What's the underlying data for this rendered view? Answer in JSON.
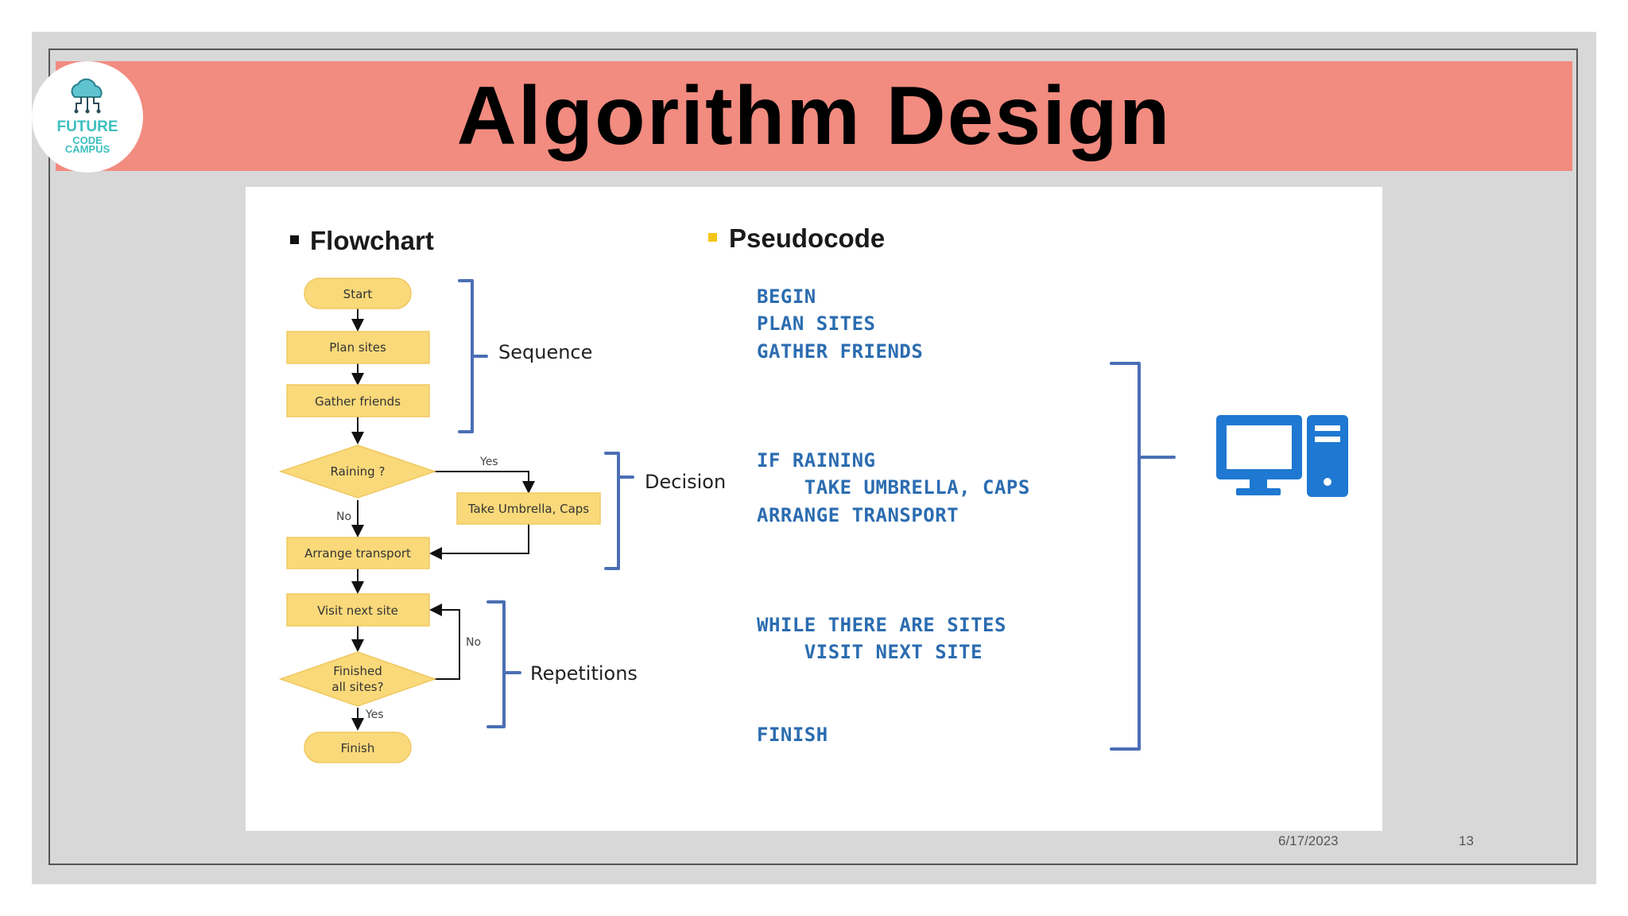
{
  "slide": {
    "title": "Algorithm Design",
    "date": "6/17/2023",
    "page_number": "13"
  },
  "logo": {
    "line1": "FUTURE",
    "line2": "CODE",
    "line3": "CAMPUS"
  },
  "flowchart": {
    "heading": "Flowchart",
    "nodes": {
      "start": "Start",
      "plan_sites": "Plan sites",
      "gather_friends": "Gather friends",
      "raining": "Raining ?",
      "take_umbrella": "Take Umbrella, Caps",
      "arrange_transport": "Arrange transport",
      "visit_next_site": "Visit next site",
      "finished_1": "Finished",
      "finished_2": "all sites?",
      "finish": "Finish"
    },
    "edge_labels": {
      "raining_yes": "Yes",
      "raining_no": "No",
      "finished_no": "No",
      "finished_yes": "Yes"
    },
    "groups": {
      "sequence": "Sequence",
      "decision": "Decision",
      "repetitions": "Repetitions"
    }
  },
  "pseudocode": {
    "heading": "Pseudocode",
    "lines": [
      "BEGIN",
      "PLAN SITES",
      "GATHER FRIENDS",
      "IF RAINING",
      "    TAKE UMBRELLA, CAPS",
      "ARRANGE TRANSPORT",
      "WHILE THERE ARE SITES",
      "    VISIT NEXT SITE",
      "FINISH"
    ]
  },
  "colors": {
    "banner": "#f28b80",
    "node_fill": "#fad97a",
    "bracket": "#4a6fb5",
    "code": "#2b6cb0",
    "computer": "#1f78d1",
    "pseudocode_bullet": "#f5c518"
  },
  "icons": {
    "computer": "desktop-computer-icon",
    "logo": "cloud-circuit-icon"
  }
}
